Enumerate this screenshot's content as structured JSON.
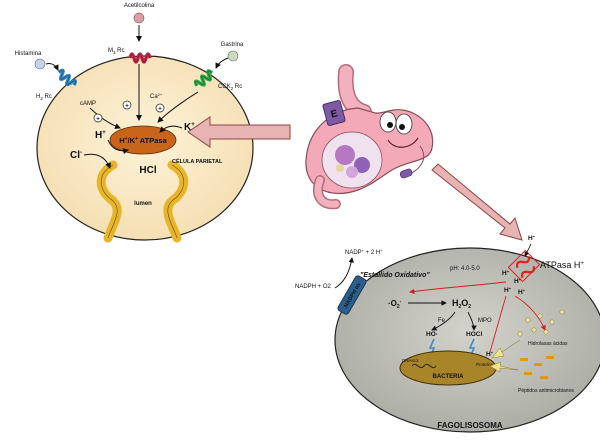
{
  "parietal": {
    "acetilcolina": "Acetilcolina",
    "histamina": "Histamina",
    "gastrina": "Gastrina",
    "m3": "M",
    "m3_sub": "3",
    "m3_rc": " Rc",
    "h2": "H",
    "h2_sub": "2",
    "h2_rc": " Rc",
    "cck": "CCK",
    "cck_sub": "2",
    "cck_rc": " Rc",
    "camp": "cAMP",
    "ca": "Ca",
    "ca_sup": "2+",
    "plus": "+",
    "hplus": "H",
    "hplus_sup": "+",
    "kplus": "K",
    "kplus_sup": "+",
    "pump": "H",
    "pump_sup1": "+",
    "pump_mid": "/K",
    "pump_sup2": "+",
    "pump_end": " ATPasa",
    "cl": "Cl",
    "cl_sup": "-",
    "hcl": "HCl",
    "lumen": "lumen",
    "cell_label": "CÉLULA PARIETAL"
  },
  "phago": {
    "nadp": "NADP",
    "nadp_sup": "+",
    "nadp_end": " + 2 H",
    "nadp_sup2": "+",
    "nadph": "NADPH + O2",
    "ph": "pH: 4.0-5.0",
    "burst": "\"Estallido Oxidativo\"",
    "nadph_ox": "NADPH ox",
    "superoxide": "·O",
    "superoxide_sub": "2",
    "superoxide_sup": "-",
    "h2o2": "H",
    "h2o2_sub1": "2",
    "h2o2_mid": "O",
    "h2o2_sub2": "2",
    "fe": "Fe",
    "mpo": "MPO",
    "ho": "HO·",
    "hocl": "HOCl",
    "dna": "DNAsc2",
    "bacteria": "BACTERIA",
    "proteins": "Proteína",
    "hyd": "Hidrolasas ácidas",
    "pep": "Péptidos antimicrobianos",
    "atpase": "ATPasa H",
    "atpase_sup": "+",
    "hions": "H",
    "hions_sup": "+",
    "fago": "FAGOLISOSOMA"
  },
  "colors": {
    "cell_fill": "#faecc6",
    "pump": "#c8651b",
    "m3_receptor": "#c0284c",
    "h2_receptor": "#2f88c6",
    "cck_receptor": "#2fa84a",
    "big_arrow": "#e8b3b3",
    "atpase_red": "#e02020",
    "phago_fill": "#c2c2ba"
  },
  "icons": [
    "stomach-mascot-icon"
  ]
}
